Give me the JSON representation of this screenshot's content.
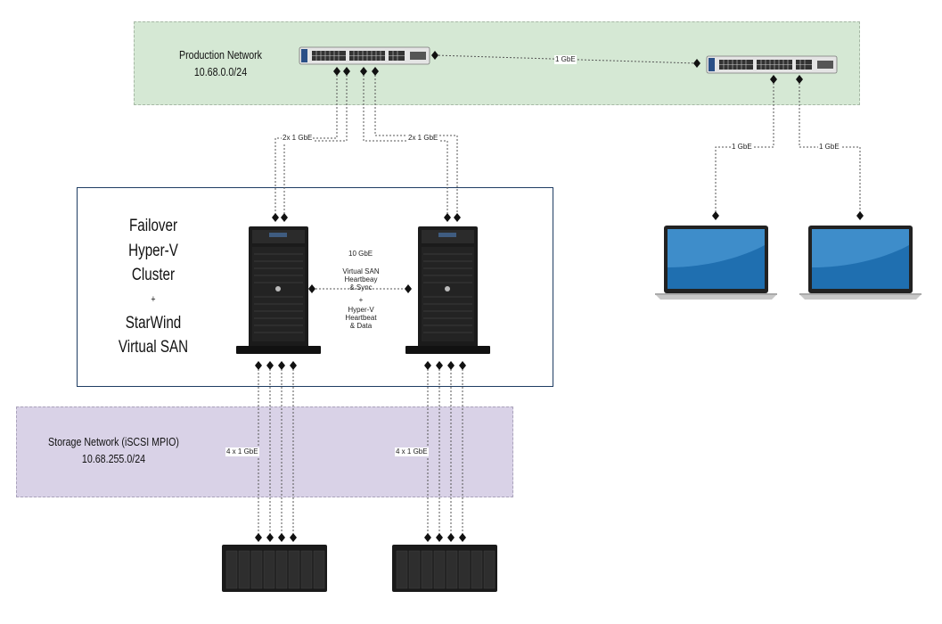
{
  "production_network": {
    "name": "Production Network",
    "subnet": "10.68.0.0/24"
  },
  "storage_network": {
    "name": "Storage Network (iSCSI MPIO)",
    "subnet": "10.68.255.0/24"
  },
  "cluster": {
    "lines": [
      "Failover",
      "Hyper-V",
      "Cluster",
      "+",
      "StarWind",
      "Virtual SAN"
    ]
  },
  "links": {
    "switch_to_switch": "1 GbE",
    "switch_to_server1": "2x 1 GbE",
    "switch_to_server2": "2x 1 GbE",
    "switch_to_laptop1": "1 GbE",
    "switch_to_laptop2": "1 GbE",
    "server_to_server": "10 GbE",
    "server_to_server_desc1": "Virtual SAN\nHeartbeay\n& Sync",
    "server_to_server_plus": "+",
    "server_to_server_desc2": "Hyper-V\nHeartbeat\n& Data",
    "server1_to_storage": "4 x 1 GbE",
    "server2_to_storage": "4 x 1 GbE"
  },
  "colors": {
    "production_zone": "#d5e8d4",
    "storage_zone": "#d9d2e7",
    "cluster_border": "#1f3d63",
    "laptop_screen": "#1f6fb0"
  }
}
